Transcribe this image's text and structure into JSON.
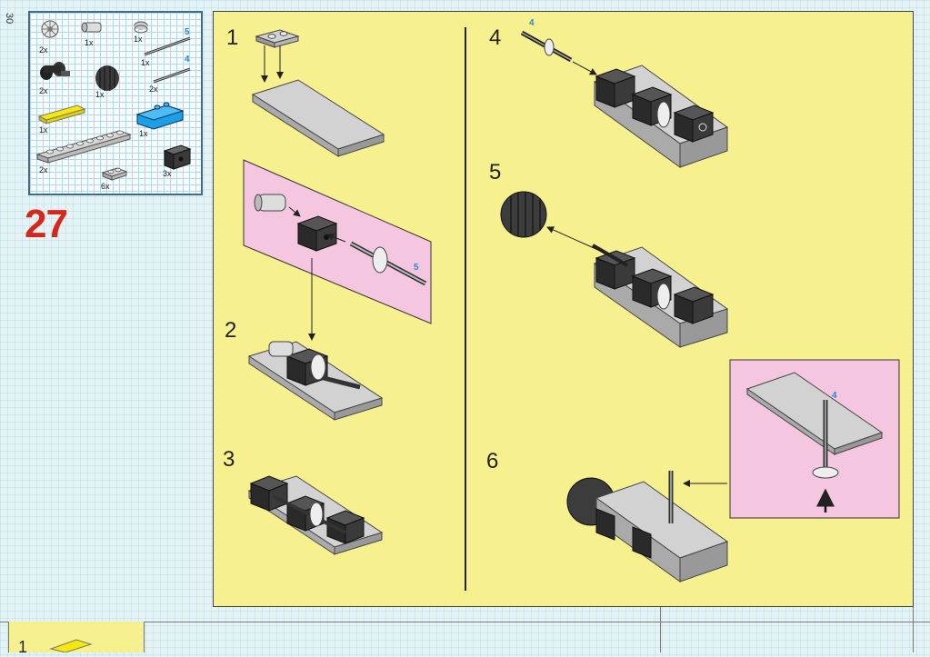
{
  "page": {
    "number": "30",
    "step_big": "27"
  },
  "parts_list": {
    "items": [
      {
        "name": "gear-wheel",
        "qty": "2x"
      },
      {
        "name": "bush",
        "qty": "1x"
      },
      {
        "name": "round-plate",
        "qty": "1x"
      },
      {
        "name": "axle-5",
        "qty": "1x",
        "length": "5"
      },
      {
        "name": "wheel-black",
        "qty": "2x"
      },
      {
        "name": "tire",
        "qty": "1x"
      },
      {
        "name": "axle-4",
        "qty": "2x",
        "length": "4"
      },
      {
        "name": "yellow-tile",
        "qty": "1x"
      },
      {
        "name": "blue-slope",
        "qty": "1x"
      },
      {
        "name": "plate-1x8",
        "qty": "2x"
      },
      {
        "name": "technic-brick",
        "qty": "3x"
      },
      {
        "name": "plate-1x2",
        "qty": "6x"
      }
    ]
  },
  "steps": [
    {
      "id": "1",
      "label": "1"
    },
    {
      "id": "2",
      "label": "2"
    },
    {
      "id": "3",
      "label": "3"
    },
    {
      "id": "4",
      "label": "4"
    },
    {
      "id": "5",
      "label": "5"
    },
    {
      "id": "6",
      "label": "6"
    }
  ],
  "callouts": {
    "step2_axle_length": "5",
    "step4_axle_length": "4",
    "step6_axle_length": "4"
  },
  "bottom": {
    "next_step": "1"
  },
  "colors": {
    "panel_yellow": "#f7f08f",
    "callout_pink": "#f5c6df",
    "step_red": "#d8261c",
    "length_blue": "#2a88d0",
    "part_gray": "#c8c8c8",
    "part_dark": "#333333"
  }
}
